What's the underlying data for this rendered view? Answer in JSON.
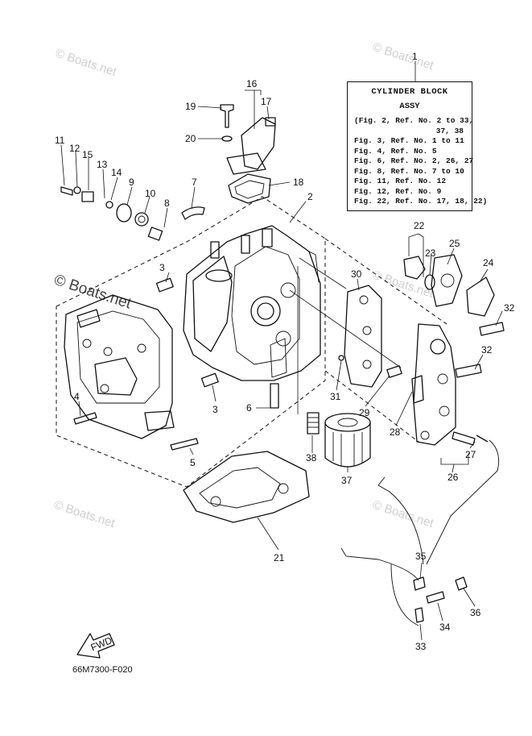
{
  "legend": {
    "ref_no": "1",
    "title_line1": "CYLINDER BLOCK",
    "title_line2": "ASSY",
    "lines": [
      "(Fig. 2, Ref. No. 2 to 33,",
      "37, 38",
      "Fig. 3, Ref. No. 1 to 11",
      "Fig. 4, Ref. No. 5",
      "Fig. 6, Ref. No. 2, 26, 27",
      "Fig. 8, Ref. No. 7 to 10",
      "Fig. 11, Ref. No. 12",
      "Fig. 12, Ref. No. 9",
      "Fig. 22, Ref. No. 17, 18, 22)"
    ]
  },
  "callouts": {
    "c2": "2",
    "c3a": "3",
    "c3b": "3",
    "c4": "4",
    "c5": "5",
    "c6": "6",
    "c7": "7",
    "c8": "8",
    "c9": "9",
    "c10": "10",
    "c11": "11",
    "c12": "12",
    "c13": "13",
    "c14": "14",
    "c15": "15",
    "c16": "16",
    "c17": "17",
    "c18": "18",
    "c19": "19",
    "c20": "20",
    "c21": "21",
    "c22": "22",
    "c23": "23",
    "c24": "24",
    "c25": "25",
    "c26": "26",
    "c27": "27",
    "c28": "28",
    "c29": "29",
    "c30": "30",
    "c31": "31",
    "c32a": "32",
    "c32b": "32",
    "c33": "33",
    "c34": "34",
    "c35": "35",
    "c36": "36",
    "c37": "37",
    "c38": "38"
  },
  "fwd_label": "FWD",
  "doc_code": "66M7300-F020",
  "watermarks": {
    "small": "© Boats.net",
    "large": "© Boats.net"
  }
}
